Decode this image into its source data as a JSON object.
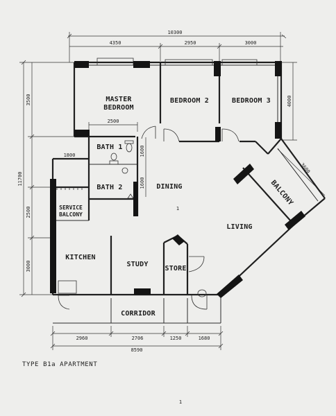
{
  "rooms": {
    "master_bedroom_line1": "MASTER",
    "master_bedroom_line2": "BEDROOM",
    "bedroom2": "BEDROOM 2",
    "bedroom3": "BEDROOM 3",
    "bath1": "BATH 1",
    "bath2": "BATH 2",
    "dining": "DINING",
    "living": "LIVING",
    "balcony": "BALCONY",
    "service_balcony_line1": "SERVICE",
    "service_balcony_line2": "BALCONY",
    "kitchen": "KITCHEN",
    "study": "STUDY",
    "store": "STORE",
    "corridor": "CORRIDOR"
  },
  "dimensions": {
    "overall_top": "10300",
    "top_1": "4350",
    "top_2": "2950",
    "top_3": "3000",
    "left_overall": "11700",
    "left_1": "3500",
    "left_2": "2500",
    "left_3": "3000",
    "right_1": "4000",
    "bath_width": "2500",
    "left_stub": "1800",
    "bath1_height": "1600",
    "bath2_height": "1600",
    "balcony_width": "3600",
    "bottom_1": "2960",
    "bottom_2": "2706",
    "bottom_3": "1250",
    "bottom_4": "1680",
    "bottom_overall": "8590"
  },
  "caption": "TYPE B1a APARTMENT",
  "plan_marker": "1",
  "page_number": "1"
}
